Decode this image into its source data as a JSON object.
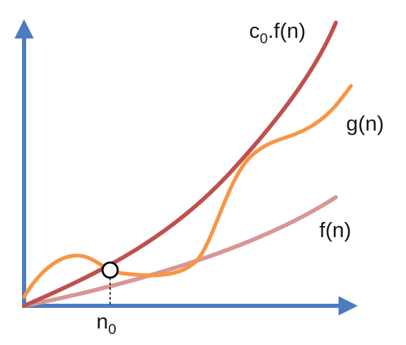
{
  "colors": {
    "axis": "#4a7cc0",
    "c0f": "#c0504d",
    "g": "#f79646",
    "f": "#d99694",
    "marker_fill": "#ffffff",
    "marker_stroke": "#000000",
    "text": "#1a1a1a"
  },
  "labels": {
    "c0f_base": "c",
    "c0f_sub": "0",
    "c0f_rest": ".f(n)",
    "g": "g(n)",
    "f": "f(n)",
    "n0_base": "n",
    "n0_sub": "0"
  }
}
